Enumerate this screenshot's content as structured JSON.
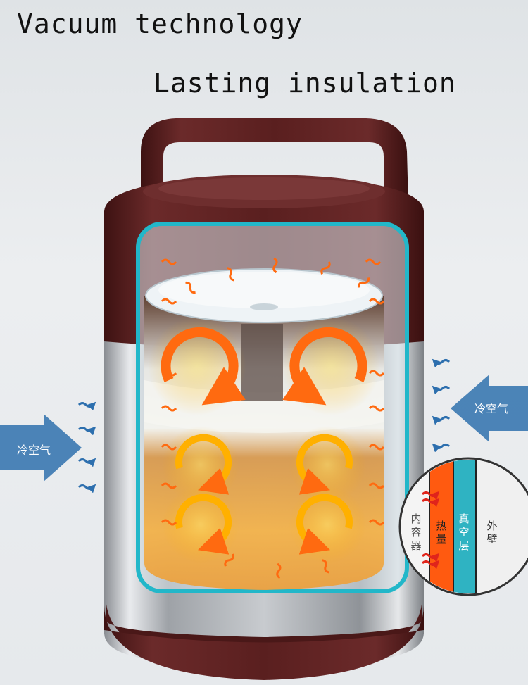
{
  "headline": {
    "line1": "Vacuum technology",
    "line2": "Lasting insulation"
  },
  "arrows": {
    "left_label": "冷空气",
    "right_label": "冷空气"
  },
  "layers": {
    "inner": "内容器",
    "heat": "热量",
    "vacuum": "真空层",
    "outer": "外壁"
  },
  "colors": {
    "lid_brown": "#5a1f1f",
    "glass_cyan": "#22b7c9",
    "heat_orange": "#ff5a10",
    "arrow_blue": "#3a78b0"
  }
}
